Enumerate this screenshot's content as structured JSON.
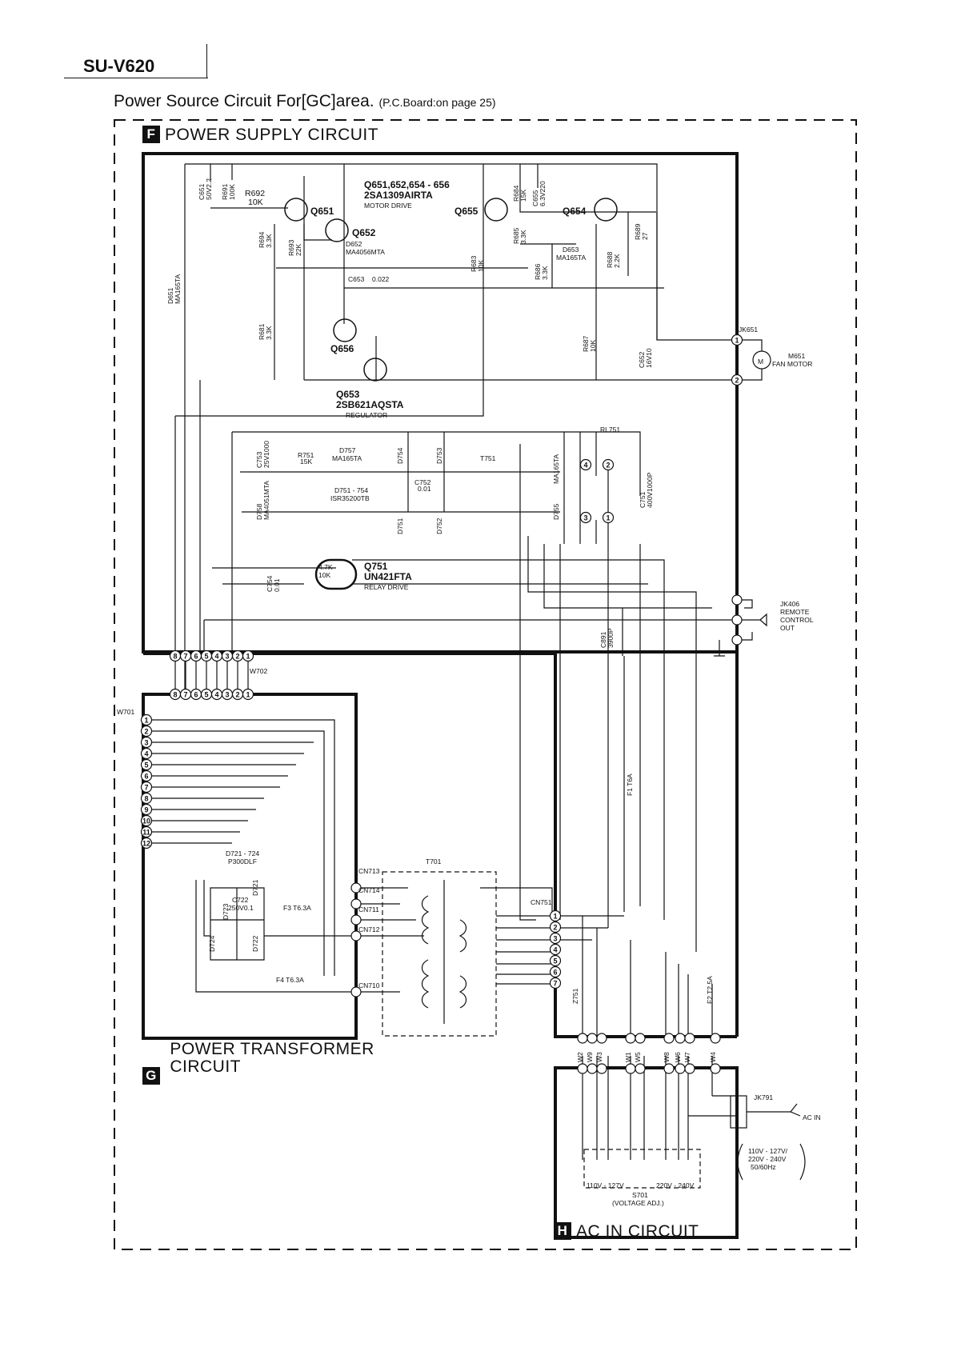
{
  "header": {
    "model": "SU-V620",
    "title": "Power Source Circuit For[GC]area.",
    "pcb_ref": "(P.C.Board:on page 25)"
  },
  "sections": {
    "F": {
      "letter": "F",
      "title": "POWER  SUPPLY   CIRCUIT"
    },
    "G": {
      "letter": "G",
      "title_line1": "POWER  TRANSFORMER",
      "title_line2": "CIRCUIT"
    },
    "H": {
      "letter": "H",
      "title": "AC  IN  CIRCUIT"
    }
  },
  "labels": {
    "q65x": "Q651,652,654 - 656",
    "q65x_part": "2SA1309AIRTA",
    "q65x_func": "MOTOR DRIVE",
    "q651": "Q651",
    "q652": "Q652",
    "q654": "Q654",
    "q655": "Q655",
    "q656": "Q656",
    "q653": "Q653",
    "q653_part": "2SB621AQSTA",
    "q653_func": "REGULATOR",
    "c651": "C651",
    "c651_v": "50V2.2",
    "r691": "R691",
    "r691_v": "100K",
    "r692": "R692",
    "r692_v": "10K",
    "r694": "R694",
    "r694_v": "3.3K",
    "r693": "R693",
    "r693_v": "22K",
    "d652": "D652",
    "d652_part": "MA4056MTA",
    "c653": "C653",
    "c653_v": "0.022",
    "d651": "D651",
    "d651_part": "MA165TA",
    "r681": "R681",
    "r681_v": "3.3K",
    "r683": "R683",
    "r683_v": "10K",
    "r684": "R684",
    "r684_v": "15K",
    "c655": "C655",
    "c655_v": "6.3V220",
    "r685": "R685",
    "r685_v": "3.3K",
    "d653": "D653",
    "d653_part": "MA165TA",
    "r686": "R686",
    "r686_v": "3.3K",
    "r688": "R688",
    "r688_v": "2.2K",
    "r689": "R689",
    "r689_v": "27",
    "r687": "R687",
    "r687_v": "10K",
    "c652": "C652",
    "c652_v": "16V10",
    "jk651": "JK651",
    "m651": "M651",
    "fan_motor": "FAN MOTOR",
    "motor_symbol": "M",
    "c753": "C753",
    "c753_v": "25V1000",
    "r751": "R751",
    "r751_v": "15K",
    "d757": "D757",
    "d757_part": "MA165TA",
    "d754": "D754",
    "d753": "D753",
    "t751": "T751",
    "c752": "C752",
    "c752_v": "0.01",
    "d758": "D758",
    "d758_part": "MA4051MTA",
    "d751_754": "D751 - 754",
    "d751_754_part": "ISR35200TB",
    "d751": "D751",
    "d752": "D752",
    "d755": "D755",
    "d755_part": "MA165TA",
    "rl751": "RL751",
    "c751": "C751",
    "c751_v": "400V1000P",
    "q751": "Q751",
    "q751_part": "UN421FTA",
    "q751_func": "RELAY DRIVE",
    "q751_r1": "4.7K",
    "q751_r2": "10K",
    "c754": "C754",
    "c754_v": "0.01",
    "jk406": "JK406",
    "jk406_l2": "REMOTE",
    "jk406_l3": "CONTROL",
    "jk406_l4": "OUT",
    "c891": "C891",
    "c891_v": "3900P",
    "w702": "W702",
    "w701": "W701",
    "f1": "F1 T6A",
    "d721_724": "D721 - 724",
    "d721_724_part": "P300DLF",
    "d723": "D723",
    "d721": "D721",
    "c722": "C722",
    "c722_v": "250V0.1",
    "f3": "F3 T6.3A",
    "d724": "D724",
    "d722": "D722",
    "f4": "F4 T6.3A",
    "t701": "T701",
    "cn713": "CN713",
    "cn714": "CN714",
    "cn711": "CN711",
    "cn712": "CN712",
    "cn710": "CN710",
    "cn751": "CN751",
    "z751": "Z751",
    "f2": "F2 T2.5A",
    "w2": "W2",
    "w9": "W9",
    "w3": "W3",
    "w1": "W1",
    "w5": "W5",
    "w8": "W8",
    "w6": "W6",
    "w7": "W7",
    "w4": "W4",
    "jk791": "JK791",
    "ac_in": "AC IN",
    "voltages_1": "110V - 127V/",
    "voltages_2": "220V - 240V",
    "voltages_3": "50/60Hz",
    "s701_low": "110V - 127V",
    "s701_high": "220V - 240V",
    "s701": "S701",
    "s701_func": "(VOLTAGE ADJ.)",
    "caution": "!"
  },
  "connector_pins": {
    "w702": [
      "8",
      "7",
      "6",
      "5",
      "4",
      "3",
      "2",
      "1"
    ],
    "w701": [
      "1",
      "2",
      "3",
      "4",
      "5",
      "6",
      "7",
      "8",
      "9",
      "10",
      "11",
      "12"
    ],
    "cn751": [
      "1",
      "2",
      "3",
      "4",
      "5",
      "6",
      "7"
    ],
    "jk651": [
      "1",
      "2"
    ],
    "rl751": [
      "4",
      "2",
      "3",
      "1"
    ]
  }
}
